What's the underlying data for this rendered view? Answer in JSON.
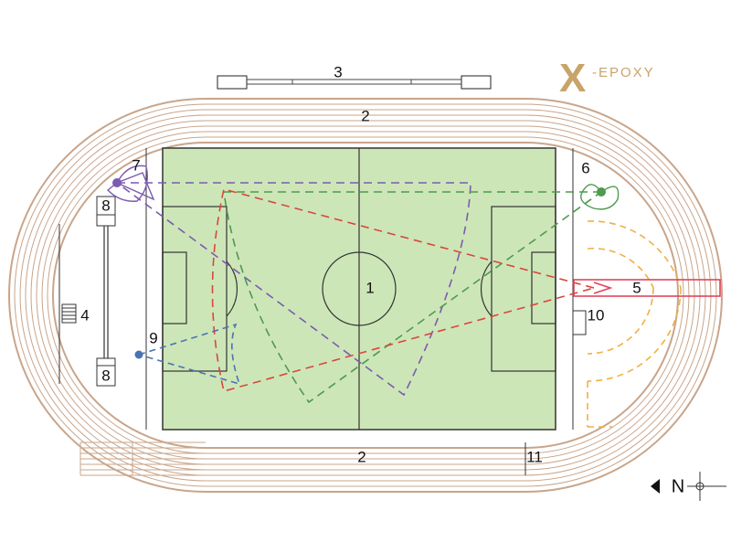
{
  "brand": {
    "logo_mark": "X",
    "logo_text": "-EPOXY",
    "color": "#c9a46a"
  },
  "colors": {
    "track": "#c9a58a",
    "field": "#cde6b8",
    "purple": "#7b5bb0",
    "green": "#4e9a4e",
    "red": "#d9473b",
    "blue": "#4a73b3",
    "orange": "#f0b040",
    "pink": "#e0455a"
  },
  "labels": {
    "field": "1",
    "track_north": "2",
    "track_south": "2",
    "stand": "3",
    "zone_4": "4",
    "zone_5": "5",
    "zone_6": "6",
    "zone_7": "7",
    "zone_8_top": "8",
    "zone_8_bottom": "8",
    "zone_9": "9",
    "zone_10": "10",
    "zone_11": "11"
  },
  "north_arrow": {
    "letter": "N"
  }
}
